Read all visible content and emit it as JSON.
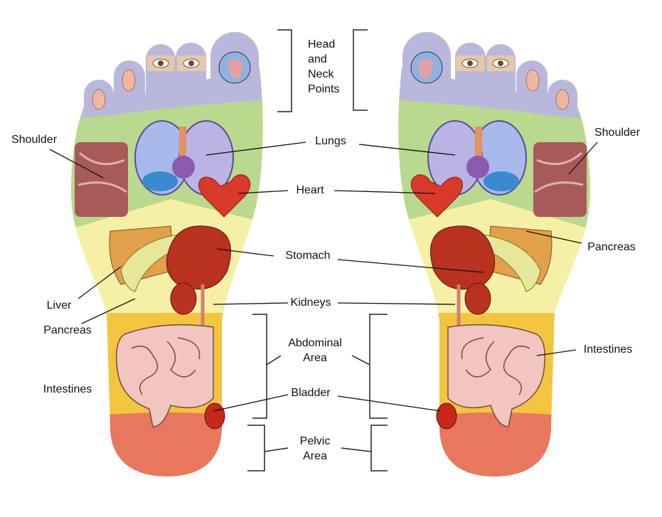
{
  "title": "Foot reflexology map",
  "labels": {
    "head_neck": [
      "Head",
      "and",
      "Neck",
      "Points"
    ],
    "shoulder_left": "Shoulder",
    "shoulder_right": "Shoulder",
    "lungs": "Lungs",
    "heart": "Heart",
    "stomach": "Stomach",
    "pancreas_right": "Pancreas",
    "liver": "Liver",
    "pancreas_left": "Pancreas",
    "kidneys": "Kidneys",
    "intestines_left": "Intestines",
    "intestines_right": "Intestines",
    "abdominal": [
      "Abdominal",
      "Area"
    ],
    "bladder": "Bladder",
    "pelvic": [
      "Pelvic",
      "Area"
    ]
  },
  "colors": {
    "toes": "#b9b8dc",
    "chest": "#b9d98e",
    "upper_abdomen": "#f6f0a6",
    "lower_abdomen": "#f3c53f",
    "pelvis": "#e8775e",
    "heart": "#d93a2b",
    "stomach": "#b8321f",
    "intestine": "#f1c6c0"
  }
}
